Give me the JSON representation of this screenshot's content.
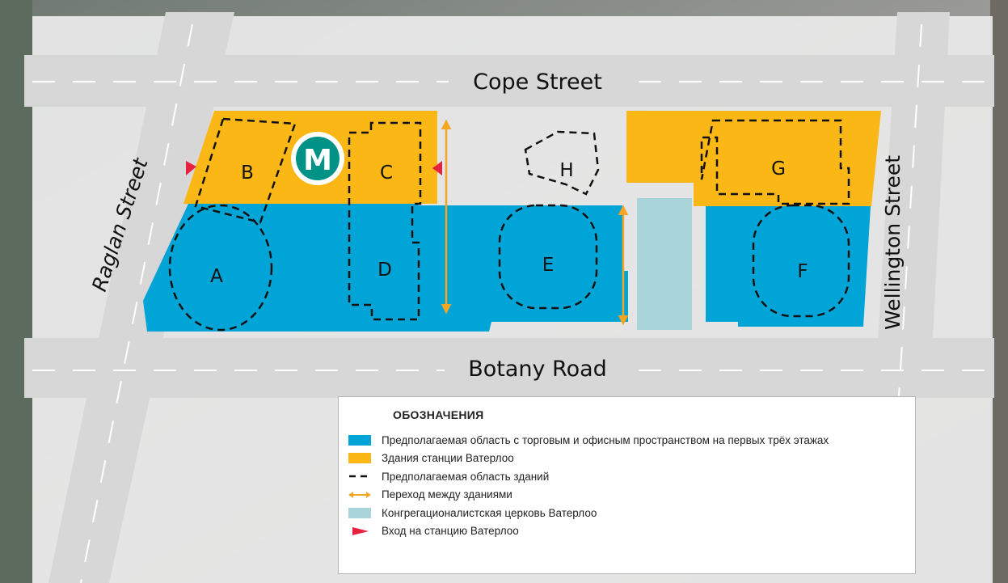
{
  "streets": {
    "top": "Cope Street",
    "bottom": "Botany Road",
    "left": "Raglan Street",
    "right": "Wellington Street"
  },
  "station_badge": "M",
  "blocks": {
    "a": "A",
    "b": "B",
    "c": "C",
    "d": "D",
    "e": "E",
    "f": "F",
    "g": "G",
    "h": "H"
  },
  "legend": {
    "title": "ОБОЗНАЧЕНИЯ",
    "items": [
      {
        "label": "Предполагаемая область с торговым и офисным пространством на первых трёх этажах",
        "icon": "blue-swatch",
        "color": "#00a4d6"
      },
      {
        "label": "Здания станции Ватерлоо",
        "icon": "yellow-swatch",
        "color": "#fbb715"
      },
      {
        "label": "Предполагаемая область зданий",
        "icon": "dashed-line-icon",
        "color": "#111111"
      },
      {
        "label": "Переход между зданиями",
        "icon": "double-arrow-icon",
        "color": "#f5a623"
      },
      {
        "label": "Конгрегационалистская церковь Ватерлоо",
        "icon": "light-blue-swatch",
        "color": "#a9d4da"
      },
      {
        "label": "Вход на станцию Ватерлоо",
        "icon": "entrance-triangle-icon",
        "color": "#e8213f"
      }
    ]
  },
  "colors": {
    "retail_blue": "#00a4d6",
    "station_yellow": "#fbb715",
    "church": "#a9d4da",
    "road": "#d7d7d7",
    "metro_green": "#009286",
    "entrance_red": "#e8213f",
    "connector": "#f5a623"
  }
}
